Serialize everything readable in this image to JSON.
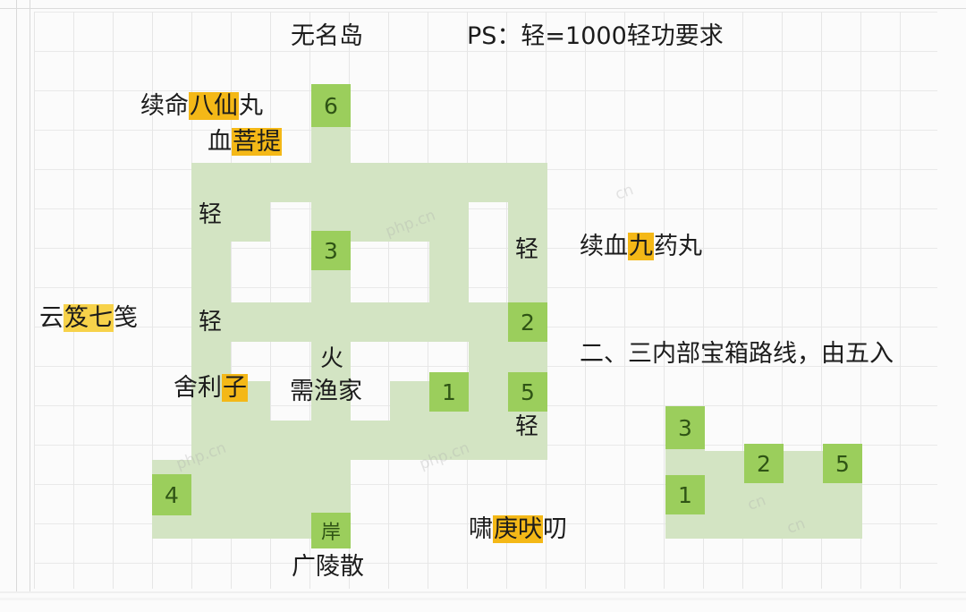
{
  "page": {
    "title": "无名岛",
    "note": "PS：轻=1000轻功要求",
    "inner_route_note": "二、三内部宝箱路线，由五入"
  },
  "colors": {
    "path": "#d3e4c3",
    "chest": "#9bce5c",
    "highlight": "#f4b817",
    "grid_line": "#e6e6e6",
    "chest_text": "#2f5415",
    "sheet_bg": "#fbfbfb"
  },
  "legend": {
    "qing_label": "轻",
    "qing_meaning": "1000轻功要求"
  },
  "map": {
    "name": "无名岛",
    "chests": [
      {
        "id": "6",
        "col": 7,
        "row": 2
      },
      {
        "id": "3",
        "col": 7,
        "row": 6
      },
      {
        "id": "2",
        "col": 12,
        "row": 8
      },
      {
        "id": "1",
        "col": 10,
        "row": 10
      },
      {
        "id": "5",
        "col": 12,
        "row": 10
      },
      {
        "id": "4",
        "col": 3,
        "row": 12
      }
    ],
    "markers": [
      {
        "text": "轻",
        "col": 4,
        "row": 5
      },
      {
        "text": "轻",
        "col": 4,
        "row": 8
      },
      {
        "text": "轻",
        "col": 12,
        "row": 6
      },
      {
        "text": "轻",
        "col": 12,
        "row": 11
      },
      {
        "text": "火",
        "col": 7,
        "row": 9
      },
      {
        "text": "岸",
        "col": 7,
        "row": 13
      }
    ],
    "item_labels": [
      {
        "text_plain_1": "续命",
        "text_hi": "八仙",
        "text_plain_2": "丸",
        "name": "续命八仙丸"
      },
      {
        "text_plain_1": "血",
        "text_hi": "菩提",
        "text_plain_2": "",
        "name": "血菩提"
      },
      {
        "text_plain_1": "云",
        "text_hi": "笈七",
        "text_plain_2": "笺",
        "name": "云笈七笺"
      },
      {
        "text_plain_1": "舍利",
        "text_hi": "子",
        "text_plain_2": "",
        "name": "舍利子"
      },
      {
        "text_plain_1": "续血",
        "text_hi": "九",
        "text_plain_2": "药丸",
        "name": "续血九药丸"
      },
      {
        "text_plain_1": "啸",
        "text_hi": "庚吠",
        "text_plain_2": "叨",
        "name": "啸庚吠叨"
      }
    ],
    "place_labels": [
      {
        "text": "需渔家"
      },
      {
        "text": "广陵散"
      }
    ]
  },
  "watermarks": [
    "php.cn",
    "php.cn",
    "php.cn",
    "cn",
    "cn",
    "cn"
  ]
}
